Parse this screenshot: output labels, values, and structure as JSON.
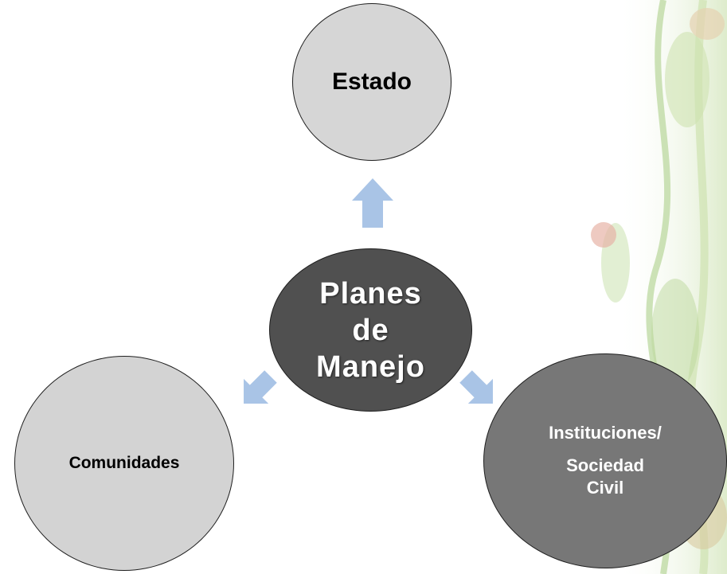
{
  "colors": {
    "estado_fill": "#d6d6d6",
    "center_fill": "#505050",
    "comunidades_fill": "#d3d3d3",
    "instituciones_fill": "#777777",
    "arrow_fill": "#a9c4e6"
  },
  "nodes": {
    "estado": "Estado",
    "center": [
      "Planes",
      "de",
      "Manejo"
    ],
    "comunidades": "Comunidades",
    "instituciones": {
      "line1": "Instituciones/",
      "line2": [
        "Sociedad",
        "Civil"
      ]
    }
  },
  "icons": {
    "arrow_up": "arrow-up-icon",
    "arrow_down_left": "arrow-down-left-icon",
    "arrow_down_right": "arrow-down-right-icon"
  }
}
